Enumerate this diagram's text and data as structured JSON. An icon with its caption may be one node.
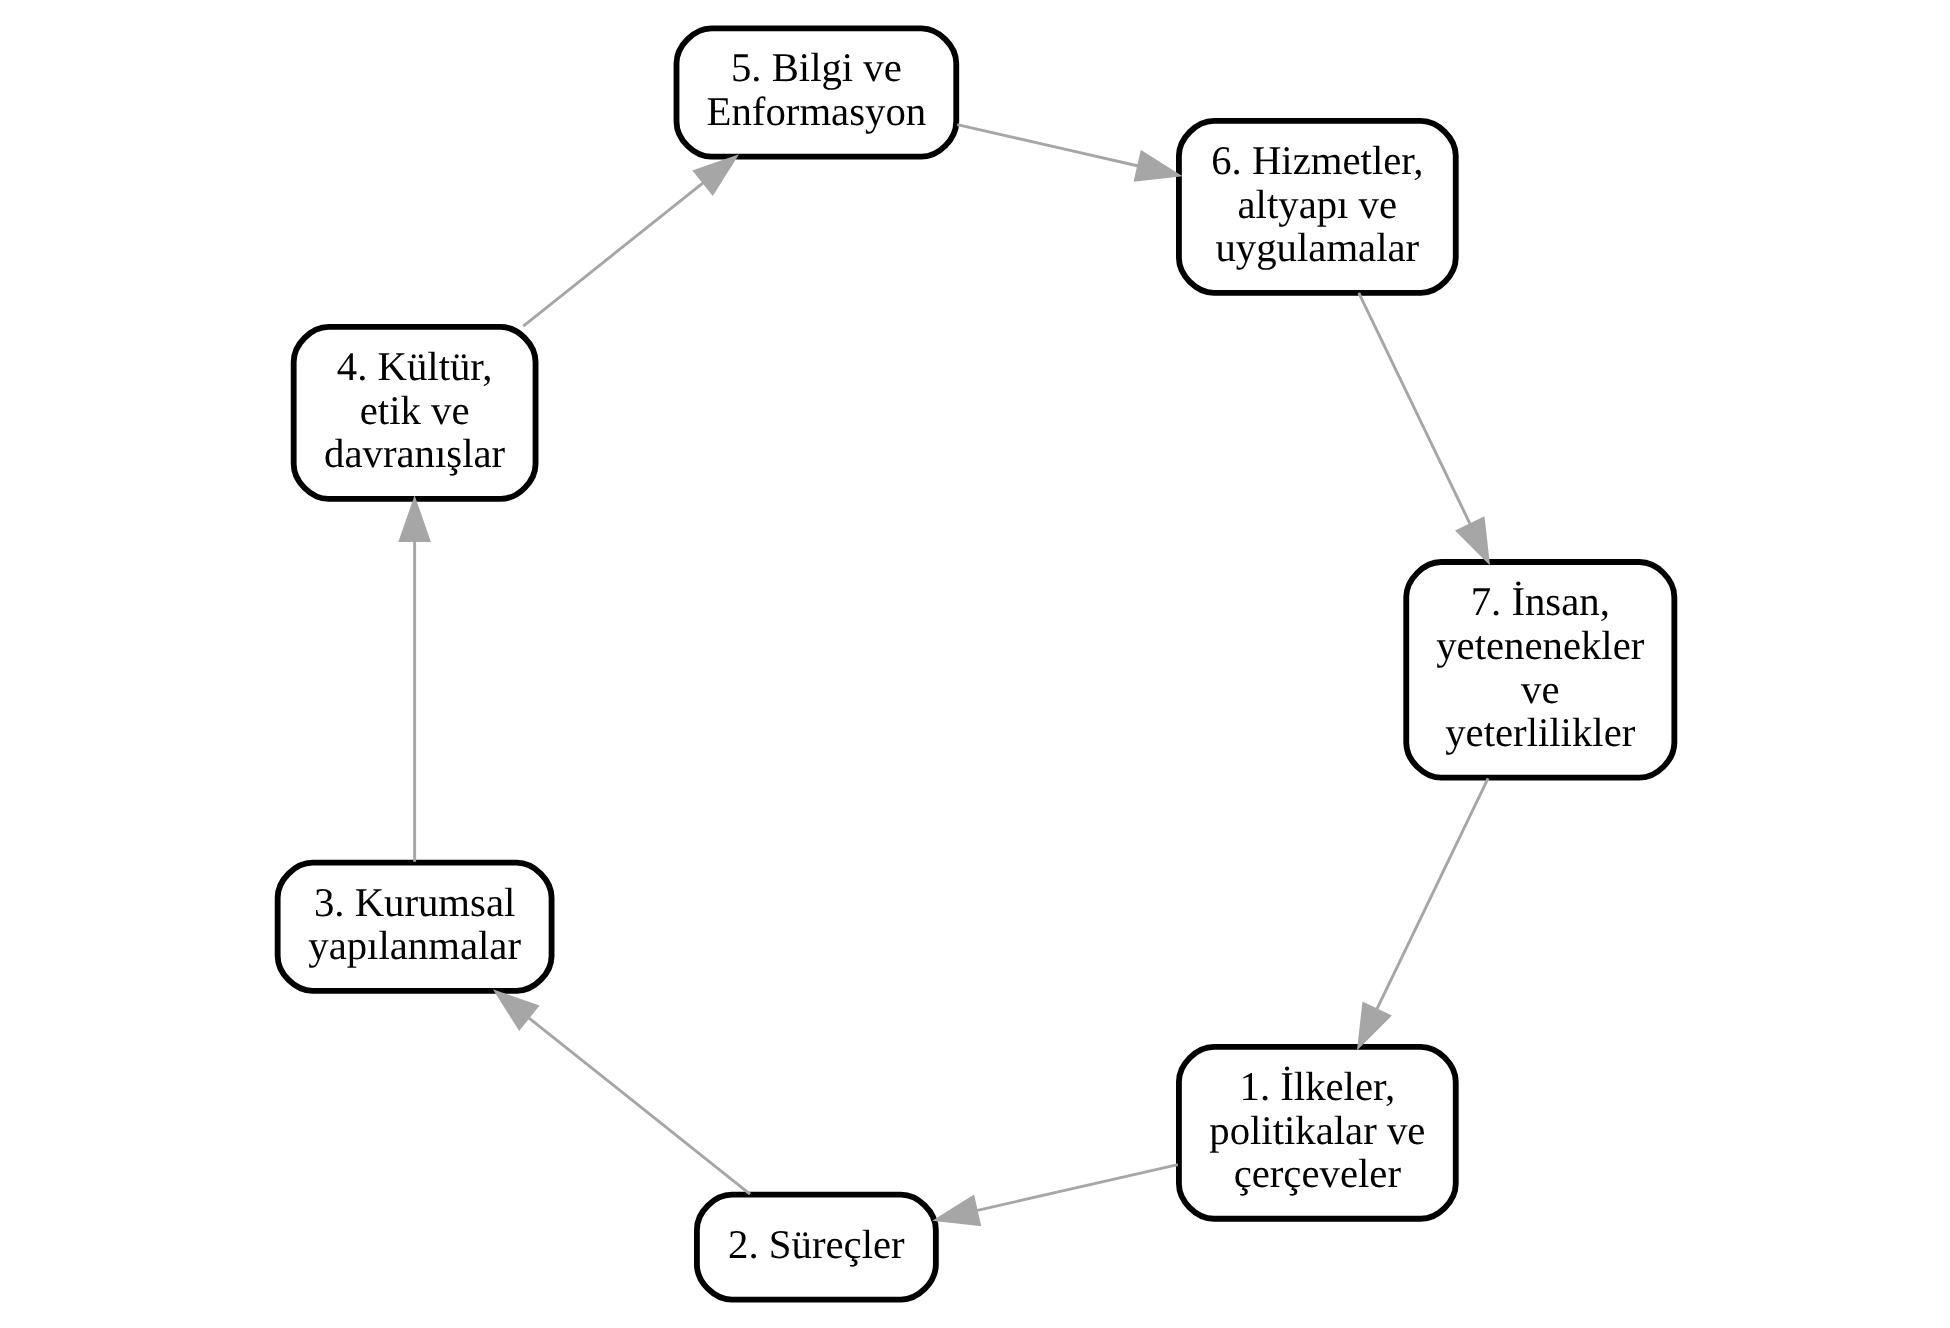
{
  "diagram": {
    "nodes": [
      {
        "text": [
          "1. İlkeler, politikalar ve çerçeveler"
        ]
      },
      {
        "text": [
          "2. Süreçler"
        ]
      },
      {
        "text": [
          "3. Kurumsal yapılanmalar"
        ]
      },
      {
        "text": [
          "4. Kültür, etik ve davranışlar"
        ]
      },
      {
        "text": [
          "5. Bilgi ve Enformasyon"
        ]
      },
      {
        "text": [
          "6. Hizmetler, altyapı ve uygulamalar"
        ]
      },
      {
        "text": [
          "7. İnsan, yetenenekler ve yeterlilikler"
        ]
      }
    ],
    "edges": [
      {
        "from": 0,
        "to": 1,
        "arrow": "to"
      },
      {
        "from": 1,
        "to": 2,
        "arrow": "to"
      },
      {
        "from": 2,
        "to": 3,
        "arrow": "to"
      },
      {
        "from": 3,
        "to": 4,
        "arrow": "to"
      },
      {
        "from": 4,
        "to": 5,
        "arrow": "to"
      },
      {
        "from": 5,
        "to": 6,
        "arrow": "to"
      },
      {
        "from": 6,
        "to": 0,
        "arrow": "to"
      }
    ]
  }
}
